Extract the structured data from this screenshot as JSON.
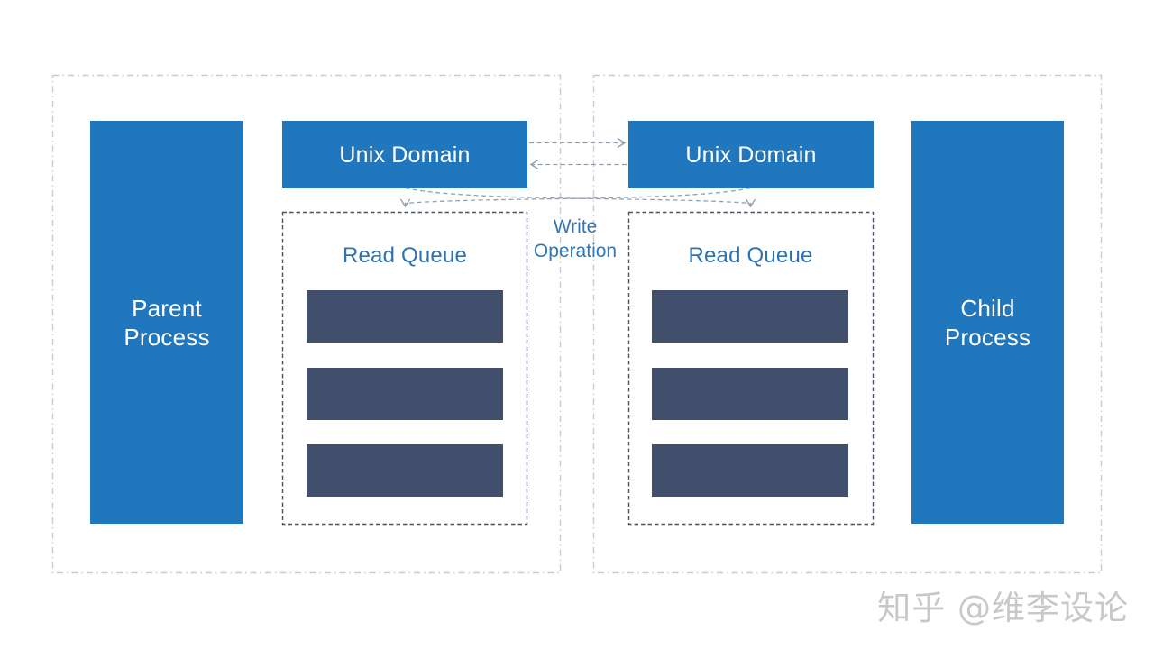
{
  "diagram": {
    "title_implicit": "Unix Domain socket IPC between parent and child process",
    "blocks": {
      "parent_process": {
        "line1": "Parent",
        "line2": "Process"
      },
      "child_process": {
        "line1": "Child",
        "line2": "Process"
      },
      "unix_domain_left": {
        "label": "Unix Domain"
      },
      "unix_domain_right": {
        "label": "Unix Domain"
      },
      "read_queue_left": {
        "label": "Read Queue",
        "item_count": 3
      },
      "read_queue_right": {
        "label": "Read Queue",
        "item_count": 3
      },
      "write_operation": {
        "line1": "Write",
        "line2": "Operation"
      }
    },
    "connections": [
      {
        "from": "unix_domain_left",
        "to": "unix_domain_right",
        "style": "dashed-arrow-right"
      },
      {
        "from": "unix_domain_right",
        "to": "unix_domain_left",
        "style": "dashed-arrow-left"
      },
      {
        "from": "unix_domain_left",
        "to": "read_queue_right",
        "style": "dashed-cross-arrow-down"
      },
      {
        "from": "unix_domain_right",
        "to": "read_queue_left",
        "style": "dashed-cross-arrow-down"
      }
    ],
    "colors": {
      "box_blue": "#2077BE",
      "queue_bar_navy": "#414F6C",
      "queue_label_blue": "#2E73AF",
      "write_label_blue": "#3575B0",
      "connector_gray": "#94A0AE",
      "container_border_gray": "#C7CCD3",
      "queue_border_navy": "#44546A",
      "watermark_gray": "#C8C8C8",
      "background": "#FFFFFF"
    }
  },
  "watermark": {
    "text": "知乎 @维李设论"
  }
}
